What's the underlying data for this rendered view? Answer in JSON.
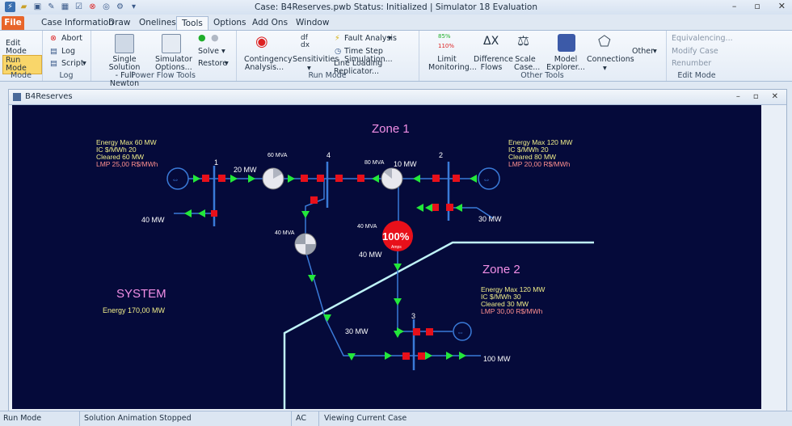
{
  "window": {
    "title": "Case: B4Reserves.pwb  Status: Initialized | Simulator 18 Evaluation"
  },
  "tabs": [
    "File",
    "Case Information",
    "Draw",
    "Onelines",
    "Tools",
    "Options",
    "Add Ons",
    "Window"
  ],
  "ribbon": {
    "mode": {
      "edit": "Edit Mode",
      "run": "Run Mode",
      "label": "Mode"
    },
    "log": {
      "abort": "Abort",
      "log": "Log",
      "script": "Script",
      "label": "Log"
    },
    "power_flow": {
      "single_solution": "Single Solution\n- Full Newton",
      "single_solution_l1": "Single Solution",
      "single_solution_l2": "- Full Newton",
      "sim_options_l1": "Simulator",
      "sim_options_l2": "Options...",
      "solve": "Solve",
      "restore": "Restore",
      "label": "Power Flow Tools"
    },
    "run_mode": {
      "contingency_l1": "Contingency",
      "contingency_l2": "Analysis...",
      "sensitivities": "Sensitivities",
      "fault": "Fault Analysis",
      "time_step": "Time Step Simulation...",
      "line_loading": "Line Loading Replicator...",
      "label": "Run Mode"
    },
    "other_tools": {
      "limit_l1": "Limit",
      "limit_l2": "Monitoring...",
      "limit_top": "85%",
      "limit_bot": "110%",
      "diff_l1": "Difference",
      "diff_l2": "Flows",
      "scale_l1": "Scale",
      "scale_l2": "Case...",
      "model_l1": "Model",
      "model_l2": "Explorer...",
      "connections": "Connections",
      "other": "Other",
      "label": "Other Tools"
    },
    "edit_mode": {
      "equiv": "Equivalencing...",
      "modify": "Modify Case",
      "renumber": "Renumber",
      "label": "Edit Mode"
    }
  },
  "document": {
    "title": "B4Reserves"
  },
  "oneline": {
    "zone1": "Zone 1",
    "zone2": "Zone 2",
    "system": "SYSTEM",
    "system_energy": "Energy    170,00 MW",
    "gen1": {
      "l1": "Energy Max   60 MW",
      "l2": "IC $/MWh       20",
      "l3": "Cleared        60 MW",
      "l4": "LMP            25,00 R$/MWh"
    },
    "gen2": {
      "l1": "Energy Max  120 MW",
      "l2": "IC $/MWh       20",
      "l3": "Cleared        80 MW",
      "l4": "LMP            20,00 R$/MWh"
    },
    "gen3": {
      "l1": "Energy Max  120 MW",
      "l2": "IC $/MWh       30",
      "l3": "Cleared        30 MW",
      "l4": "LMP            30,00 R$/MWh"
    },
    "bus1": "1",
    "bus2": "2",
    "bus3": "3",
    "bus4": "4",
    "flow_1_4": "20 MW",
    "mva_1_4": "60 MVA",
    "flow_2_4": "10 MW",
    "mva_2_4": "80 MVA",
    "mva_4_3": "40 MVA",
    "mva_2_3": "40 MVA",
    "flow_2_3": "40 MW",
    "load1": "40 MW",
    "load2": "30 MW",
    "flow_4_3": "30 MW",
    "load3": "100 MW",
    "overload_pct": "100%",
    "overload_unit": "Amps"
  },
  "statusbar": {
    "mode": "Run Mode",
    "anim": "Solution Animation Stopped",
    "ac": "AC",
    "view": "Viewing Current Case"
  },
  "colors": {
    "background": "#050a3a",
    "line": "#3a7ad8",
    "flow_arrow": "#23e83a",
    "breaker": "#e8101a",
    "zone_border": "#bff3f7",
    "label_yellow": "#f2ef8a",
    "label_lmp": "#ff8f8f",
    "zone_text": "#f28fe6"
  }
}
